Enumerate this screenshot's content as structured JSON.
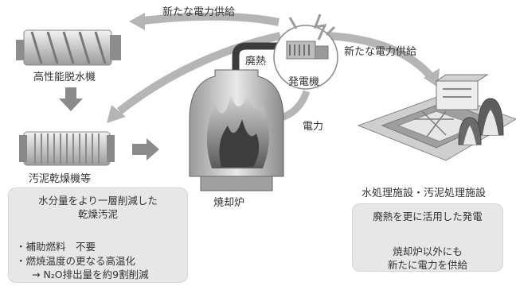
{
  "labels": {
    "new_power_supply_top": "新たな電力供給",
    "new_power_supply_right": "新たな電力供給",
    "dewatering_machine": "高性能脱水機",
    "waste_heat": "廃熱",
    "generator": "発電機",
    "power": "電力",
    "sludge_dryer": "汚泥乾燥機等",
    "incinerator": "焼却炉",
    "treatment_facility": "水処理施設・汚泥処理施設"
  },
  "left_box": {
    "title_line1": "水分量をより一層削減した",
    "title_line2": "乾燥汚泥",
    "bullet1": "・補助燃料　不要",
    "bullet2": "・燃焼温度の更なる高温化",
    "bullet3": "→ N₂O排出量を約9割削減"
  },
  "right_box": {
    "title": "廃熱を更に活用した発電",
    "line1": "焼却炉以外にも",
    "line2": "新たに電力を供給"
  },
  "colors": {
    "arrow_gray": "#a6a6a6",
    "fill_gray": "#d9d9d9",
    "text": "#333333"
  }
}
